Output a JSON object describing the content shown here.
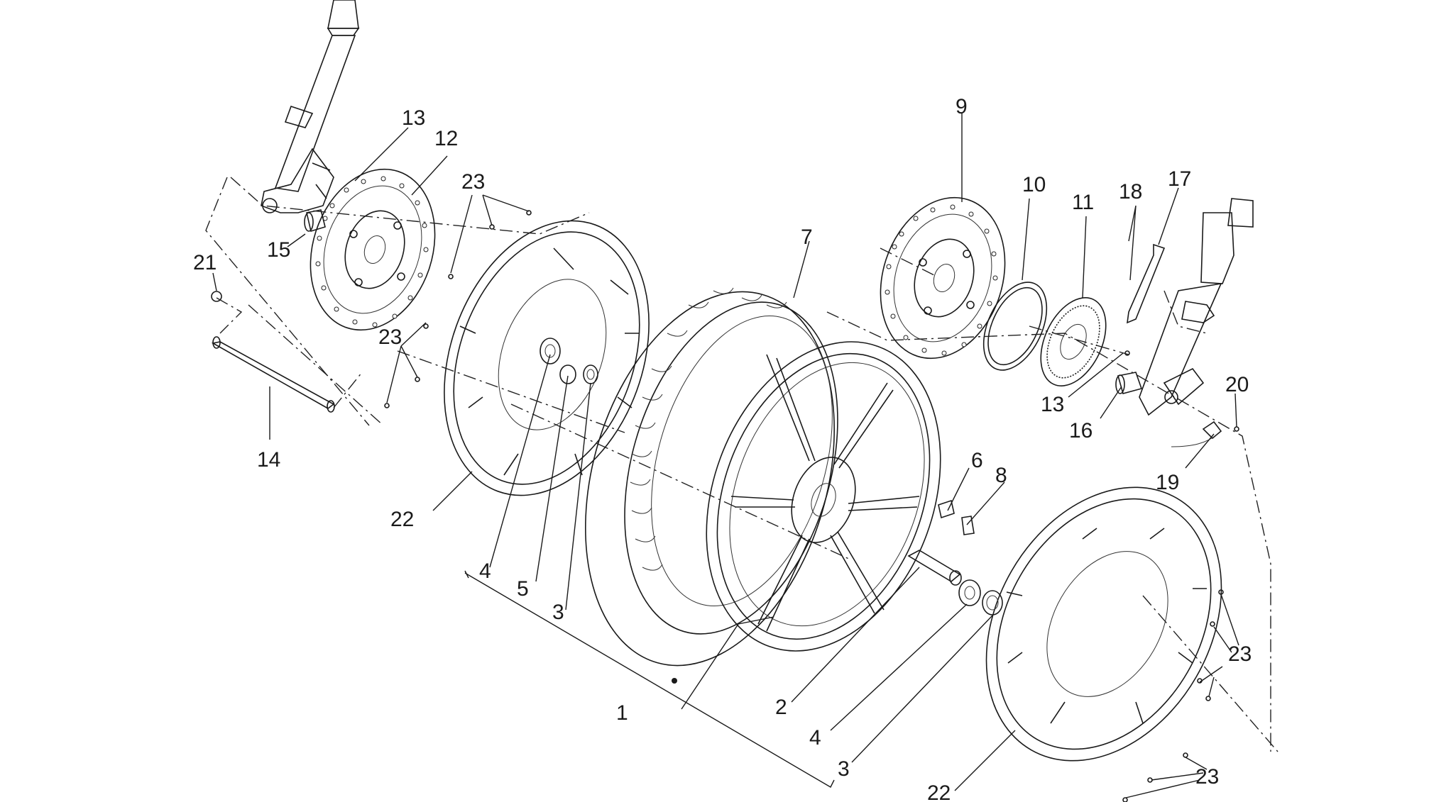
{
  "diagram": {
    "type": "exploded-parts-view",
    "callouts": {
      "c1": "1",
      "c2": "2",
      "c3a": "3",
      "c3b": "3",
      "c4a": "4",
      "c4b": "4",
      "c5": "5",
      "c6": "6",
      "c7": "7",
      "c8": "8",
      "c9": "9",
      "c10": "10",
      "c11": "11",
      "c12": "12",
      "c13a": "13",
      "c13b": "13",
      "c14": "14",
      "c15": "15",
      "c16": "16",
      "c17": "17",
      "c18": "18",
      "c19": "19",
      "c20": "20",
      "c21": "21",
      "c22a": "22",
      "c22b": "22",
      "c23a": "23",
      "c23b": "23",
      "c23c": "23",
      "c23d": "23"
    }
  }
}
